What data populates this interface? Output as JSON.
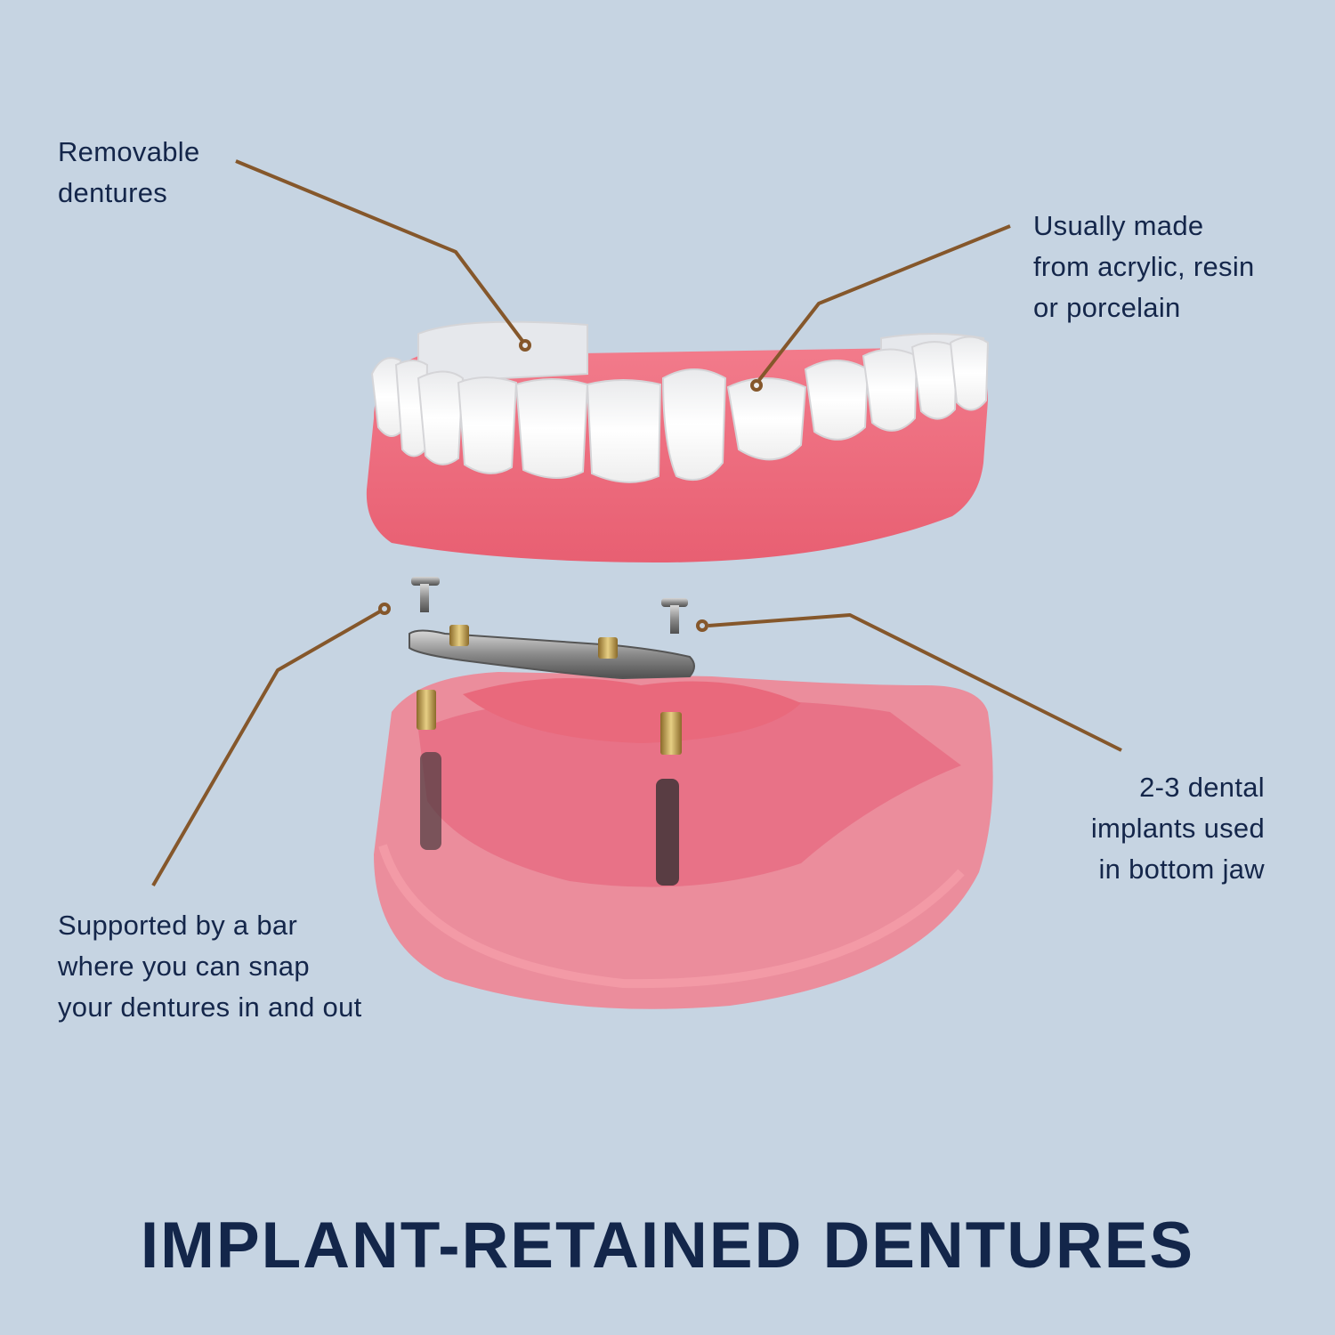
{
  "title": "IMPLANT-RETAINED DENTURES",
  "callouts": {
    "removable": "Removable\ndentures",
    "material": "Usually made\nfrom acrylic, resin\nor porcelain",
    "bar": "Supported by a bar\nwhere you can snap\nyour dentures in and out",
    "implants": "2-3 dental\nimplants used\nin bottom jaw"
  },
  "colors": {
    "background": "#c6d4e2",
    "text": "#14264a",
    "leader_line": "#85572b",
    "gum": "#ec6f80",
    "tooth": "#f7f7f7"
  }
}
